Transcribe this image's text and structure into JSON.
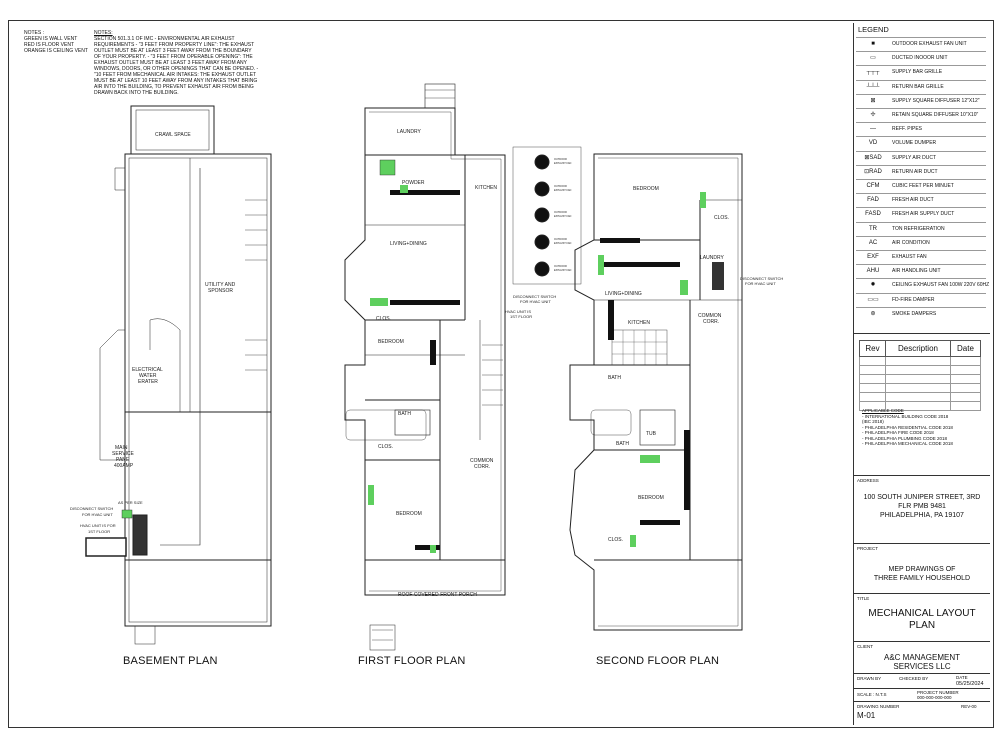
{
  "notes_left": [
    "NOTES :",
    "GREEN IS WALL VENT",
    "RED IS FLOOR VENT",
    "ORANGE IS CEILING VENT"
  ],
  "notes_main": {
    "heading": "NOTES:",
    "text": "SECTION 501.3.1 OF IMC - ENVIRONMENTAL AIR EXHAUST REQUIREMENTS - \"3 FEET FROM PROPERTY LINE\": THE EXHAUST OUTLET MUST BE AT LEAST 3 FEET AWAY FROM THE BOUNDARY OF YOUR PROPERTY. - \"3 FEET FROM OPERABLE OPENING\": THE EXHAUST OUTLET MUST BE AT LEAST 3 FEET AWAY FROM ANY WINDOWS, DOORS, OR OTHER OPENINGS THAT CAN BE OPENED. - \"10 FEET FROM MECHANICAL AIR INTAKES: THE EXHAUST OUTLET MUST BE AT LEAST 10 FEET AWAY FROM ANY INTAKES THAT BRING AIR INTO THE BUILDING, TO PREVENT EXHAUST AIR FROM BEING DRAWN BACK INTO THE BUILDING."
  },
  "plans": {
    "basement": {
      "title": "BASEMENT PLAN",
      "rooms": [
        "CRAWL SPACE",
        "UTILITY AND",
        "SPONSOR",
        "ELECTRICAL",
        "WATER",
        "ERATER",
        "MAIN",
        "SERVICE",
        "PANE",
        "400AMP",
        "AS PER SIZE",
        "DISCONNECT SWITCH",
        "FOR HVAC UNIT",
        "HVAC UNIT IS FOR",
        "1ST FLOOR"
      ]
    },
    "first": {
      "title": "FIRST FLOOR PLAN",
      "rooms": [
        "LAUNDRY",
        "POWDER",
        "KITCHEN",
        "LIVING+DINING",
        "CLOS.",
        "BEDROOM",
        "BATH",
        "CLOS.",
        "COMMON",
        "CORR.",
        "BEDROOM",
        "ROOF COVERED-FRONT PORCH",
        "DISCONNECT SWITCH",
        "FOR HVAC UNIT",
        "HVAC UNIT IS",
        "1ST FLOOR"
      ]
    },
    "second": {
      "title": "SECOND FLOOR PLAN",
      "rooms": [
        "BEDROOM",
        "CLOS.",
        "LAUNDRY",
        "LIVING+DINING",
        "KITCHEN",
        "COMMON",
        "CORR.",
        "BATH",
        "BATH",
        "TUB",
        "BEDROOM",
        "CLOS.",
        "DISCONNECT SWITCH",
        "FOR HVAC UNIT"
      ]
    },
    "outdoor_units": [
      "OUTDOOR",
      "EXHAUST FAN"
    ]
  },
  "legend": {
    "title": "LEGEND",
    "items": [
      {
        "icon": "outdoor-exhaust-fan-icon",
        "symbol": "■",
        "label": "OUTDOOR EXHAUST FAN UNIT"
      },
      {
        "icon": "ducted-indoor-unit-icon",
        "symbol": "▭",
        "label": "DUCTED INOOOR UNIT"
      },
      {
        "icon": "supply-bar-grille-icon",
        "symbol": "┬┬┬",
        "label": "SUPPLY BAR GRILLE"
      },
      {
        "icon": "return-bar-grille-icon",
        "symbol": "┴┴┴",
        "label": "RETURN BAR GRILLE"
      },
      {
        "icon": "supply-square-diffuser-icon",
        "symbol": "⊠",
        "label": "SUPPLY SQUARE DIFFUSER 12\"X12\""
      },
      {
        "icon": "return-square-diffuser-icon",
        "symbol": "✢",
        "label": "RETAIN SQUARE DIFFUSER 10\"X10\""
      },
      {
        "icon": "refr-pipes-icon",
        "symbol": "—",
        "label": "REFF. PIPES"
      },
      {
        "icon": "volume-damper-icon",
        "symbol": "VD",
        "label": "VOLUME DUMPER"
      },
      {
        "icon": "supply-air-duct-icon",
        "symbol": "⊠SAD",
        "label": "SUPPLY AIR DUCT"
      },
      {
        "icon": "return-air-duct-icon",
        "symbol": "⊡RAD",
        "label": "RETURN AIR DUCT"
      },
      {
        "icon": "cfm-icon",
        "symbol": "CFM",
        "label": "CUBIC FEET PER MINUET"
      },
      {
        "icon": "fad-icon",
        "symbol": "FAD",
        "label": "FRESH AIR DUCT"
      },
      {
        "icon": "fasd-icon",
        "symbol": "FASD",
        "label": "FRESH AIR SUPPLY DUCT"
      },
      {
        "icon": "tr-icon",
        "symbol": "TR",
        "label": "TON REFRIGERATION"
      },
      {
        "icon": "ac-icon",
        "symbol": "AC",
        "label": "AIR CONDITION"
      },
      {
        "icon": "exf-icon",
        "symbol": "EXF",
        "label": "EXHAUST FAN"
      },
      {
        "icon": "ahu-icon",
        "symbol": "AHU",
        "label": "AIR HANDLING UNIT"
      },
      {
        "icon": "ceiling-exhaust-fan-icon",
        "symbol": "✹",
        "label": "CEILING EXHAUST FAN 100W 220V 60HZ"
      },
      {
        "icon": "fire-damper-icon",
        "symbol": "▭▭",
        "label": "FD-FIRE DAMPER"
      },
      {
        "icon": "smoke-damper-icon",
        "symbol": "⊛",
        "label": "SMOKE DAMPERS"
      }
    ]
  },
  "revisions": {
    "headers": [
      "Rev",
      "Description",
      "Date"
    ]
  },
  "codes": {
    "heading": "APPLICABLE CODE",
    "items": [
      "- INTERNATIONAL BUILDING CODE 2018",
      "  (IBC 2018)",
      "- PHILADELPHIA RESIDENTIAL CODE 2018",
      "- PHILADELPHIA FIRE CODE 2018",
      "- PHILADELPHIA PLUMBING CODE 2018",
      "- PHILADELPHIA MECHANICAL CODE 2018"
    ]
  },
  "address": {
    "label": "ADDRESS",
    "line1": "100 SOUTH JUNIPER STREET, 3RD",
    "line2": "FLR PMB 9481",
    "line3": "PHILADELPHIA, PA 19107"
  },
  "project": {
    "label": "PROJECT",
    "line1": "MEP DRAWINGS OF",
    "line2": "THREE FAMILY HOUSEHOLD"
  },
  "title_block": {
    "label": "TITLE",
    "line1": "MECHANICAL LAYOUT",
    "line2": "PLAN"
  },
  "client": {
    "label": "CLIENT",
    "line1": "A&C MANAGEMENT",
    "line2": "SERVICES LLC"
  },
  "meta": {
    "drawn_by": "DRAWN BY",
    "checked_by": "CHECKED BY",
    "date_label": "DATE",
    "date": "05/25/2024",
    "scale": "SCALE : N.T.S",
    "project_number_label": "PROJECT NUMBER",
    "project_number": "000-000-000-000",
    "drawing_number_label": "DRAWING NUMBER",
    "drawing_number": "M-01",
    "rev": "REV-00"
  },
  "colors": {
    "line": "#222222",
    "green": "#5ecf5e",
    "duct": "#111111"
  }
}
